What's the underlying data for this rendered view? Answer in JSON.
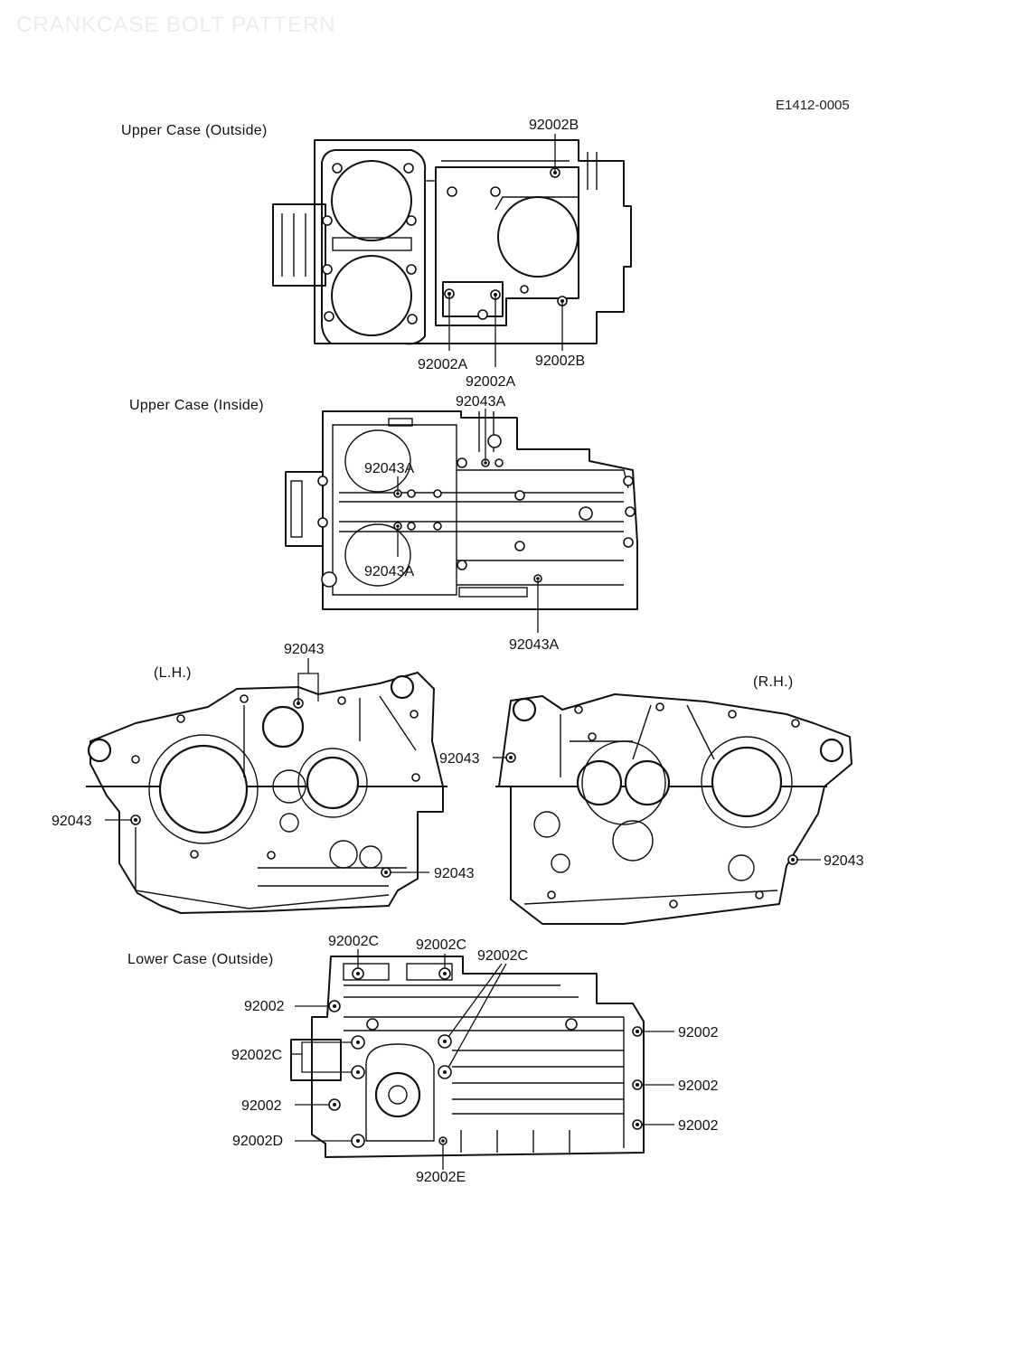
{
  "header": {
    "watermark": "CRANKCASE BOLT PATTERN",
    "reference": "E1412-0005"
  },
  "sections": {
    "upper_outside": {
      "title": "Upper Case (Outside)",
      "labels": [
        "92002B",
        "92002A",
        "92002A",
        "92002B"
      ]
    },
    "upper_inside": {
      "title": "Upper Case (Inside)",
      "labels": [
        "92043A",
        "92043A",
        "92043A",
        "92043A"
      ]
    },
    "sides": {
      "left_title": "(L.H.)",
      "right_title": "(R.H.)",
      "labels": [
        "92043",
        "92043",
        "92043",
        "92043",
        "92043"
      ]
    },
    "lower_outside": {
      "title": "Lower Case (Outside)",
      "labels": [
        "92002C",
        "92002C",
        "92002C",
        "92002",
        "92002C",
        "92002",
        "92002D",
        "92002E",
        "92002",
        "92002",
        "92002"
      ]
    }
  }
}
